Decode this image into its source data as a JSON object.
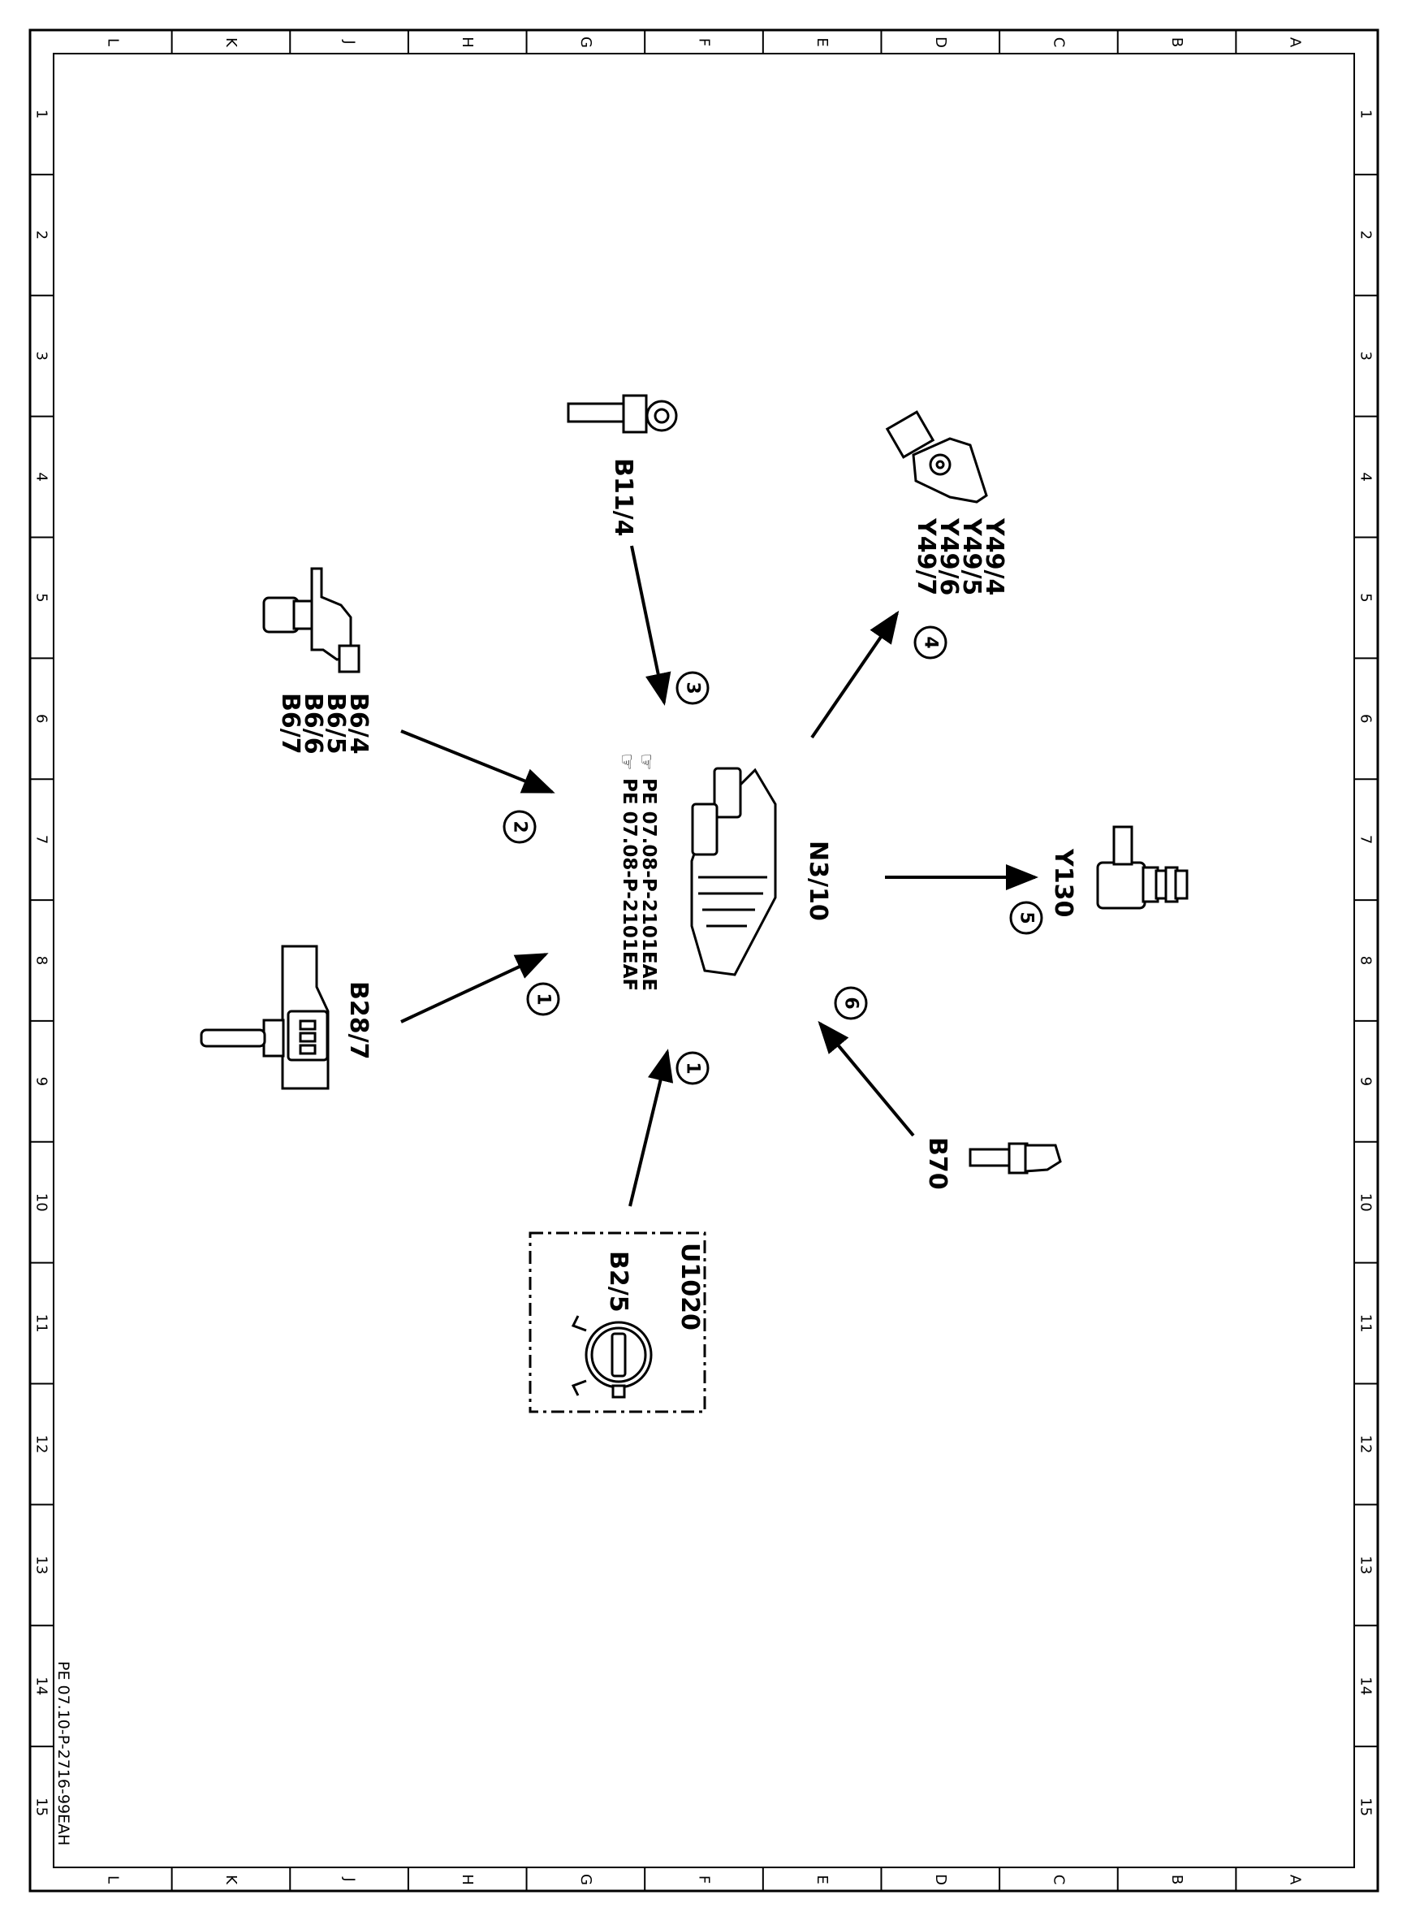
{
  "frame": {
    "column_letters": [
      "L",
      "K",
      "J",
      "H",
      "G",
      "F",
      "E",
      "D",
      "C",
      "B",
      "A"
    ],
    "row_numbers": [
      "1",
      "2",
      "3",
      "4",
      "5",
      "6",
      "7",
      "8",
      "9",
      "10",
      "11",
      "12",
      "13",
      "14",
      "15"
    ]
  },
  "drawing_number": "PE 07.10-P-2716-99EAH",
  "control_unit": {
    "label": "N3/10",
    "references": [
      "PE 07.08-P-2101EAE",
      "PE 07.08-P-2101EAF"
    ]
  },
  "components": {
    "b11_4": "B11/4",
    "b6": [
      "B6/4",
      "B6/5",
      "B6/6",
      "B6/7"
    ],
    "y49": [
      "Y49/4",
      "Y49/5",
      "Y49/6",
      "Y49/7"
    ],
    "y130": "Y130",
    "b28_7": "B28/7",
    "u1020": "U1020",
    "b2_5": "B2/5",
    "b70": "B70"
  },
  "callouts": {
    "c1a": "1",
    "c1b": "1",
    "c2": "2",
    "c3": "3",
    "c4": "4",
    "c5": "5",
    "c6": "6"
  }
}
